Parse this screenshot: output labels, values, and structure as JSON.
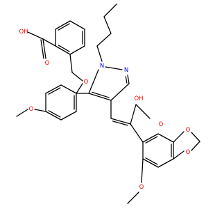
{
  "colors": {
    "background": "#ffffff",
    "bond": "#000000",
    "oxygen": "#ff0000",
    "nitrogen": "#0000ff"
  },
  "atom_labels": {
    "benzoic_acid_oh": "OH",
    "benzoic_acid_o": "O",
    "benzyl_ether_o": "O",
    "methoxy_o_left": "O",
    "pyrazole_n1": "N",
    "pyrazole_n2": "N",
    "acrylic_acid_o": "O",
    "acrylic_acid_oh": "OH",
    "dioxole_o_top": "O",
    "dioxole_o_bottom": "O",
    "methoxy_o_right": "O"
  }
}
